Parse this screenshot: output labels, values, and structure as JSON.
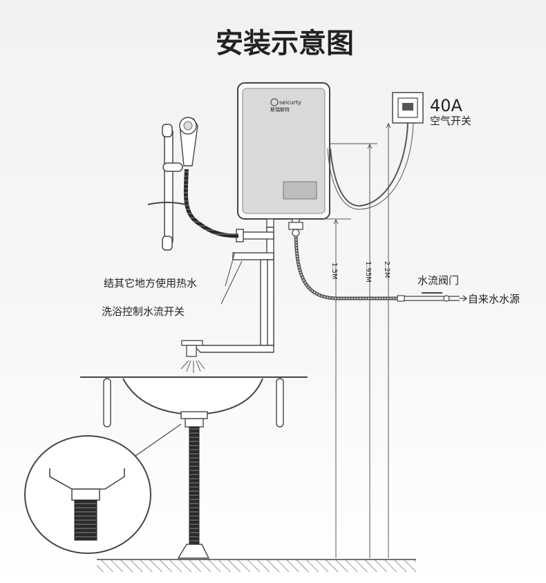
{
  "title": "安装示意图",
  "heater": {
    "brand": "seicurty",
    "brand_cn": "斯瑞斯特"
  },
  "breaker": {
    "rating": "40A",
    "label": "空气开关"
  },
  "labels": {
    "hot_water_outlet": "结其它地方使用热水",
    "shower_switch": "洗浴控制水流开关",
    "water_valve": "水流阀门",
    "water_source": "自来水水源"
  },
  "heights": {
    "h1": "1.5M",
    "h2": "1.95M",
    "h3": "2.2M"
  },
  "colors": {
    "line": "#444444",
    "heater_face": "#d9d9d9",
    "display": "#bdbdbd"
  }
}
